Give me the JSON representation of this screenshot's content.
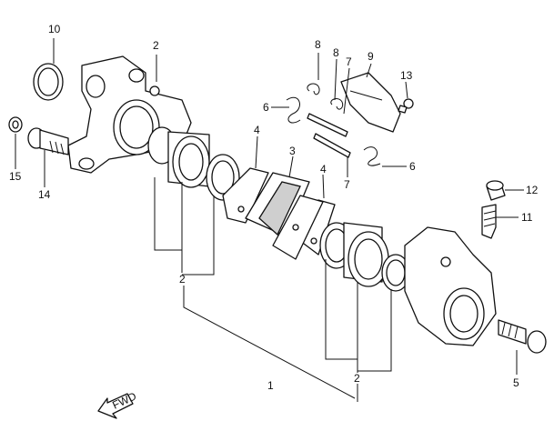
{
  "callouts": {
    "c10": "10",
    "c2_top": "2",
    "c8a": "8",
    "c8b": "8",
    "c7_top": "7",
    "c9": "9",
    "c13": "13",
    "c6_left": "6",
    "c6_right": "6",
    "c7_mid": "7",
    "c3": "3",
    "c4_left": "4",
    "c4_right": "4",
    "c15": "15",
    "c14": "14",
    "c12": "12",
    "c11": "11",
    "c2_mid": "2",
    "c1": "1",
    "c2_bottom": "2",
    "c5": "5"
  },
  "direction_label": "FWD"
}
